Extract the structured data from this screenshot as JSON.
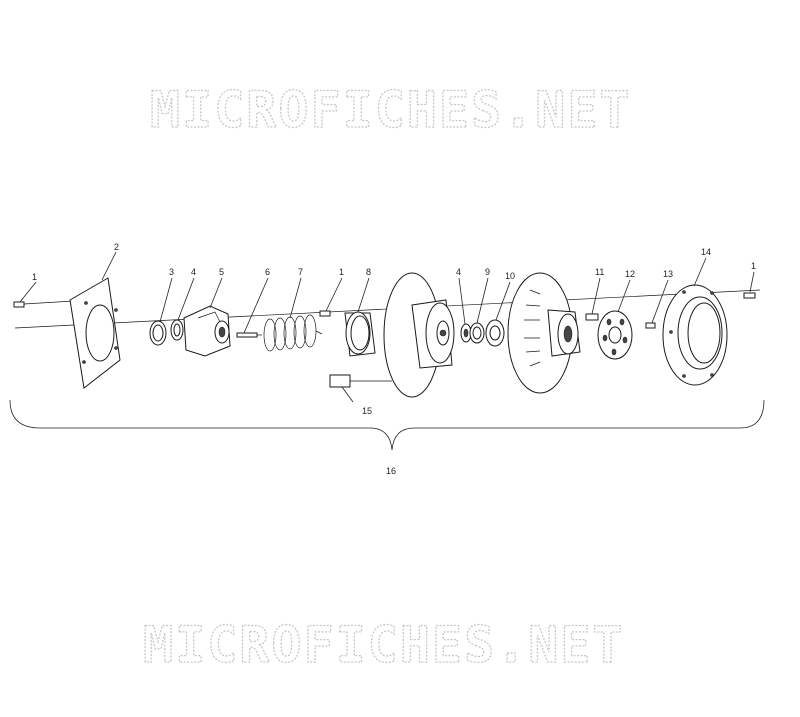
{
  "watermark_top": "MICROFICHES.NET",
  "watermark_bottom": "MICROFICHES.NET",
  "callouts": [
    "1",
    "2",
    "3",
    "4",
    "5",
    "6",
    "7",
    "1",
    "8",
    "4",
    "9",
    "10",
    "11",
    "12",
    "13",
    "14",
    "1",
    "15",
    "16"
  ]
}
